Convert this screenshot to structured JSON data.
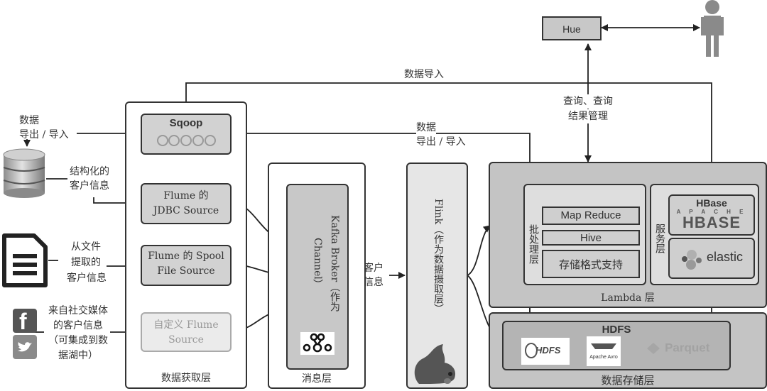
{
  "hue": {
    "label": "Hue"
  },
  "user": {
    "icon": "person-icon"
  },
  "edges": {
    "data_import": "数据导入",
    "query": [
      "查询、查询",
      "结果管理"
    ],
    "export_import_right": [
      "数据",
      "导出 / 导入"
    ],
    "export_import_left": [
      "数据",
      "导出 / 导入"
    ],
    "customer_info": [
      "客户",
      "信息"
    ]
  },
  "sources": {
    "database": {
      "icon": "database-icon",
      "label": [
        "结构化的",
        "客户信息"
      ]
    },
    "file": {
      "icon": "document-icon",
      "label": [
        "从文件",
        "提取的",
        "客户信息"
      ]
    },
    "social": {
      "icons": [
        "facebook-icon",
        "twitter-icon"
      ],
      "label": [
        "来自社交媒体",
        "的客户信息",
        "（可集成到数",
        "据湖中）"
      ]
    }
  },
  "ingestion_layer": {
    "title": "数据获取层",
    "sqoop": {
      "label": "Sqoop",
      "logo": "sqoop"
    },
    "flume_jdbc": [
      "Flume 的",
      "JDBC Source"
    ],
    "flume_spool": [
      "Flume 的 Spool",
      "File Source"
    ],
    "custom_flume": [
      "自定义 Flume",
      "Source"
    ]
  },
  "messaging_layer": {
    "title": "消息层",
    "kafka": "Kafka Broker（作为 Channel）"
  },
  "flink": {
    "label": "Flink（作为数据摄取层）"
  },
  "lambda_layer": {
    "title": "Lambda 层",
    "batch": {
      "title": "批处理层",
      "items": [
        "Map Reduce",
        "Hive",
        "存储格式支持"
      ]
    },
    "serving": {
      "title": "服务层",
      "hbase": {
        "label": "HBase",
        "logo_top": "A P A C H E",
        "logo_main": "HBASE"
      },
      "elastic": {
        "label": "elastic"
      }
    }
  },
  "storage_layer": {
    "title": "数据存储层",
    "hdfs": {
      "label": "HDFS",
      "logos": {
        "hdfs": "HDFS",
        "avro": "Apache Avro",
        "parquet": "Parquet"
      }
    }
  }
}
